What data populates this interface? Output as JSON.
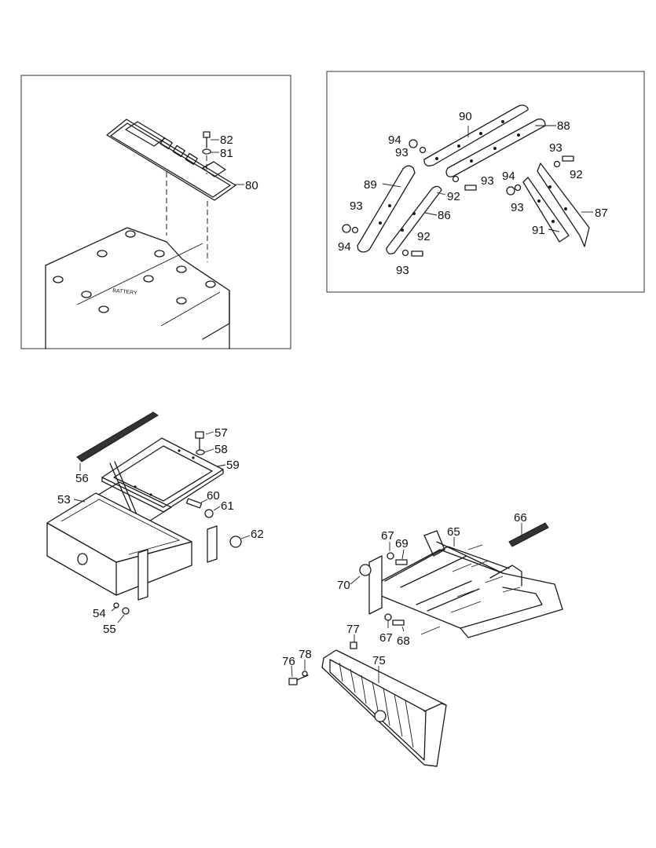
{
  "battery_text": "BATTERY",
  "callouts": {
    "c80": "80",
    "c81": "81",
    "c82": "82",
    "c86": "86",
    "c87": "87",
    "c88": "88",
    "c89": "89",
    "c90": "90",
    "c91": "91",
    "c92a": "92",
    "c92b": "92",
    "c92c": "92",
    "c93a": "93",
    "c93b": "93",
    "c93c": "93",
    "c93d": "93",
    "c93e": "93",
    "c93f": "93",
    "c94a": "94",
    "c94b": "94",
    "c94c": "94",
    "c53": "53",
    "c54": "54",
    "c55": "55",
    "c56": "56",
    "c57": "57",
    "c58": "58",
    "c59": "59",
    "c60": "60",
    "c61": "61",
    "c62": "62",
    "c65": "65",
    "c66": "66",
    "c67a": "67",
    "c67b": "67",
    "c68": "68",
    "c69": "69",
    "c70": "70",
    "c75": "75",
    "c76": "76",
    "c77": "77",
    "c78": "78"
  }
}
